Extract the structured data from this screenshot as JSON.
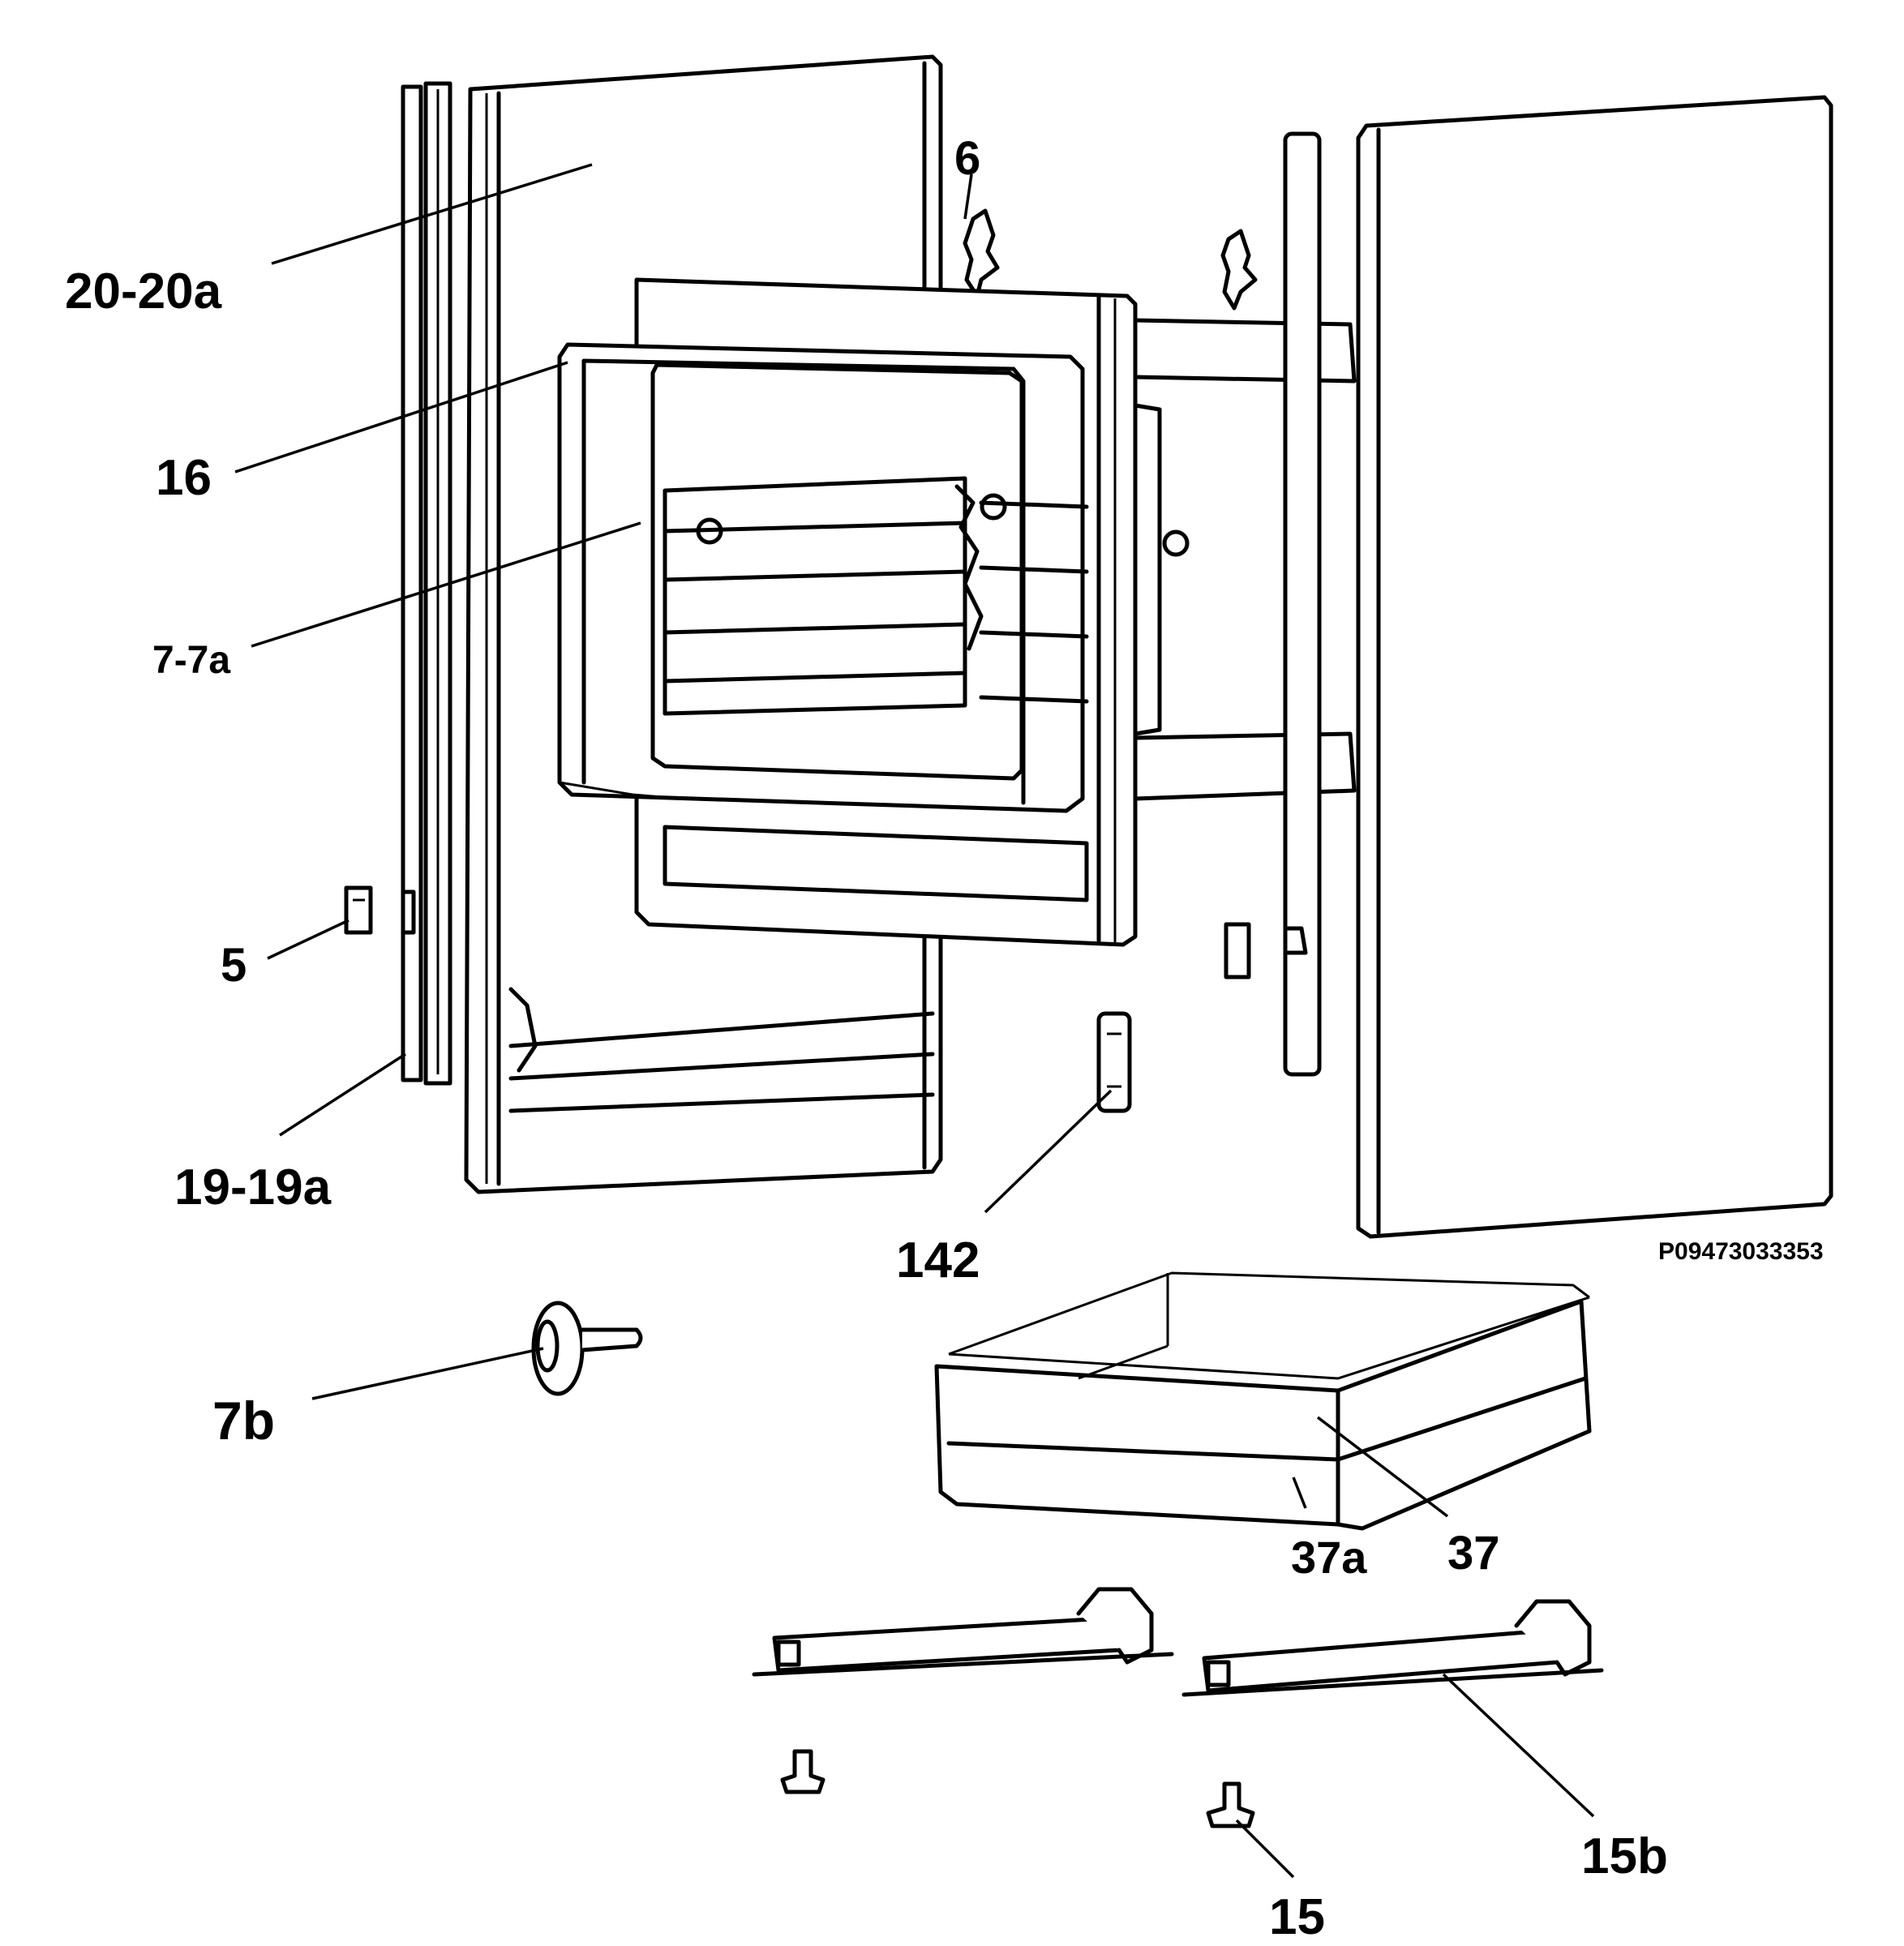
{
  "diagram": {
    "drawing_code": "P09473033353",
    "callouts": [
      {
        "id": "c-20-20a",
        "text": "20-20a"
      },
      {
        "id": "c-6",
        "text": "6"
      },
      {
        "id": "c-16",
        "text": "16"
      },
      {
        "id": "c-7-7a",
        "text": "7-7a"
      },
      {
        "id": "c-5",
        "text": "5"
      },
      {
        "id": "c-19-19a",
        "text": "19-19a"
      },
      {
        "id": "c-142",
        "text": "142"
      },
      {
        "id": "c-7b",
        "text": "7b"
      },
      {
        "id": "c-37a",
        "text": "37a"
      },
      {
        "id": "c-37",
        "text": "37"
      },
      {
        "id": "c-15b",
        "text": "15b"
      },
      {
        "id": "c-15",
        "text": "15"
      }
    ]
  }
}
